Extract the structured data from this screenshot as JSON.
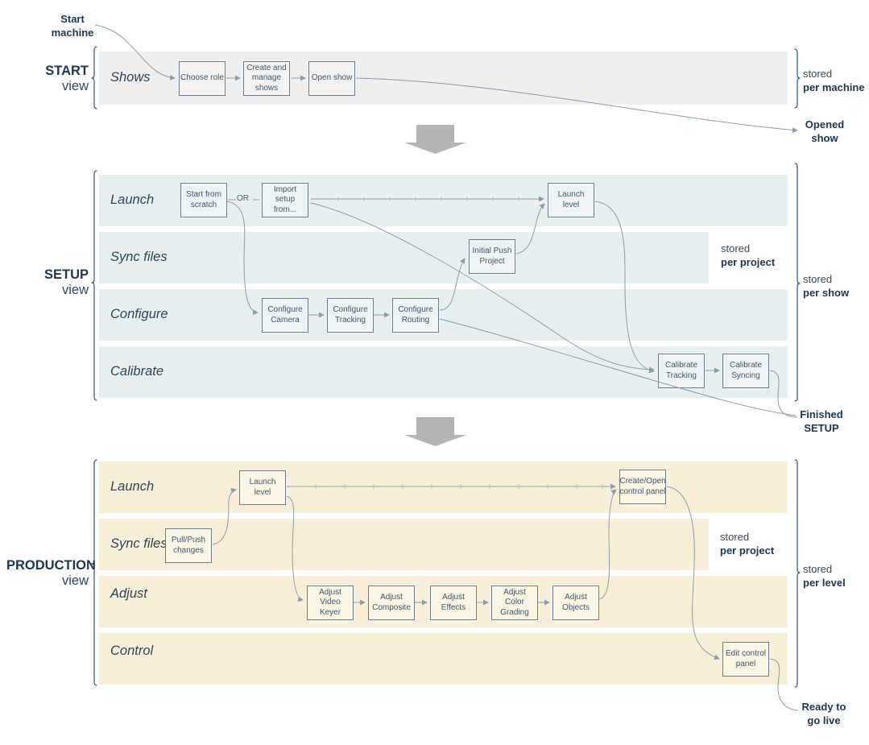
{
  "diagram": {
    "annotations": {
      "start_machine": [
        "Start",
        "machine"
      ],
      "opened_show": [
        "Opened",
        "show"
      ],
      "finished_setup": [
        "Finished",
        "SETUP"
      ],
      "ready_to_go_live": [
        "Ready to",
        "go live"
      ]
    },
    "start": {
      "view_title": "START",
      "view_subtitle": "view",
      "row_label": "Shows",
      "nodes": {
        "choose_role": "Choose role",
        "create_and_manage_shows": "Create and manage shows",
        "open_show": "Open show"
      },
      "stored_machine": [
        "stored",
        "per machine"
      ]
    },
    "setup": {
      "view_title": "SETUP",
      "view_subtitle": "view",
      "rows": [
        "Launch",
        "Sync files",
        "Configure",
        "Calibrate"
      ],
      "or_label": "OR",
      "nodes": {
        "start_from_scratch": "Start from scratch",
        "import_setup_from": "Import setup from...",
        "launch_level": "Launch level",
        "initial_push_project": "Initial Push Project",
        "configure_camera": "Configure Camera",
        "configure_tracking": "Configure Tracking",
        "configure_routing": "Configure Routing",
        "calibrate_tracking": "Calibrate Tracking",
        "calibrate_syncing": "Calibrate Syncing"
      },
      "stored_project": [
        "stored",
        "per project"
      ],
      "stored_show": [
        "stored",
        "per show"
      ]
    },
    "production": {
      "view_title": "PRODUCTION",
      "view_subtitle": "view",
      "rows": [
        "Launch",
        "Sync files",
        "Adjust",
        "Control"
      ],
      "nodes": {
        "launch_level": "Launch level",
        "pull_push_changes": "Pull/Push changes",
        "create_open_control_panel": "Create/Open control panel",
        "adjust_video_keyer": "Adjust Video Keyer",
        "adjust_composite": "Adjust Composite",
        "adjust_effects": "Adjust Effects",
        "adjust_color_grading": "Adjust Color Grading",
        "adjust_objects": "Adjust Objects",
        "edit_control_panel": "Edit control panel"
      },
      "stored_project": [
        "stored",
        "per project"
      ],
      "stored_level": [
        "stored",
        "per level"
      ]
    },
    "colors": {
      "start_band": "#efefef",
      "setup_band": "#e7f0f1",
      "production_band": "#f9efd8",
      "connector": "#8e9dab",
      "node_border": "#6e8090",
      "text_dark": "#1c3850",
      "big_arrow_gray": "#b4b4b4"
    }
  }
}
